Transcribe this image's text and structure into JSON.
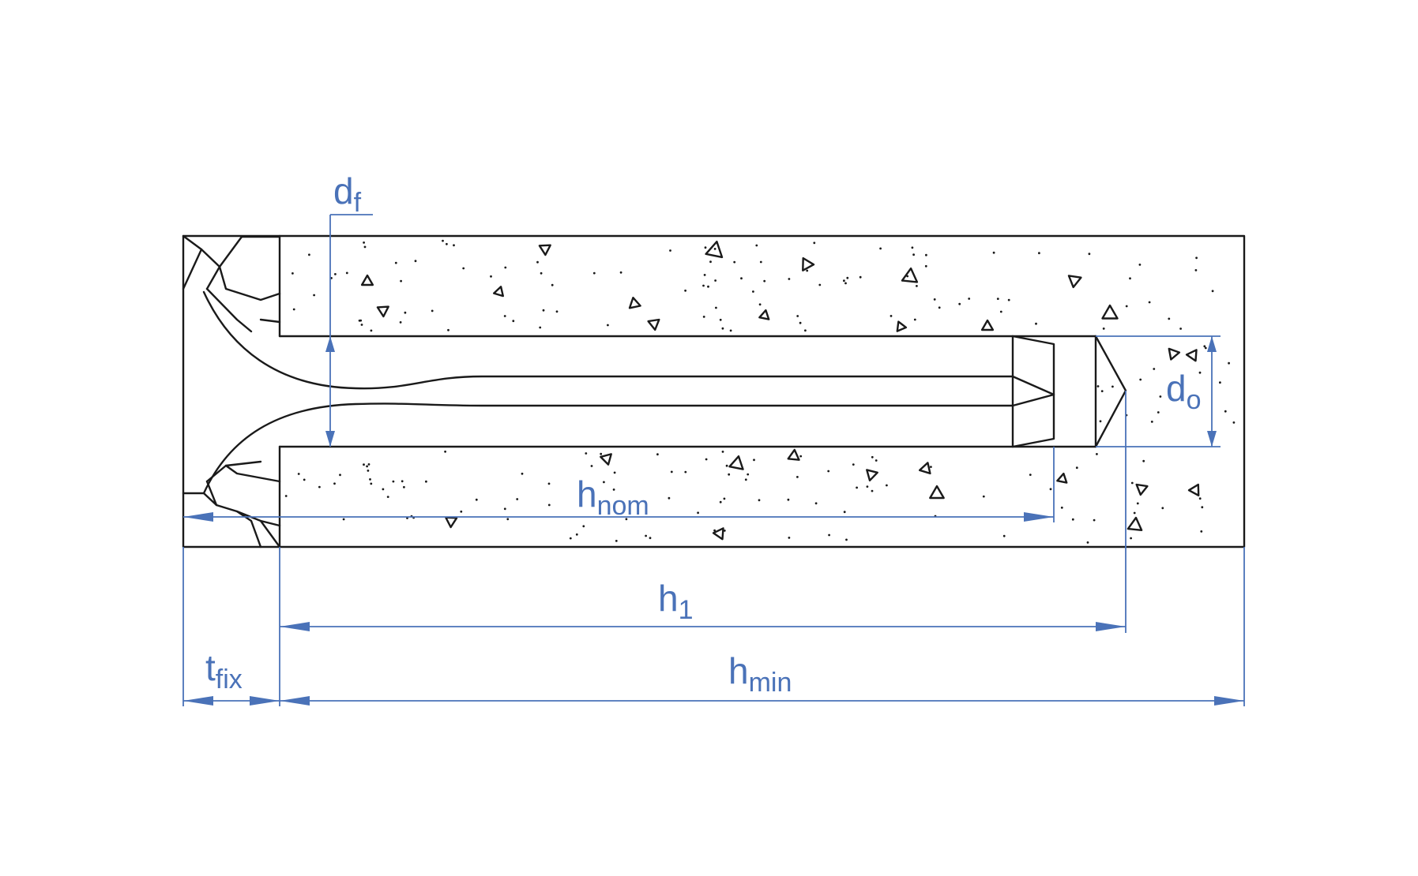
{
  "diagram": {
    "colors": {
      "ink": "#1a1a1a",
      "dimension": "#4a72b8",
      "background": "#ffffff"
    },
    "labels": {
      "dt": {
        "main": "d",
        "sub": "f"
      },
      "do": {
        "main": "d",
        "sub": "o"
      },
      "hnom": {
        "main": "h",
        "sub": "nom"
      },
      "h1": {
        "main": "h",
        "sub": "1"
      },
      "hmin": {
        "main": "h",
        "sub": "min"
      },
      "tfix": {
        "main": "t",
        "sub": "fix"
      }
    }
  }
}
